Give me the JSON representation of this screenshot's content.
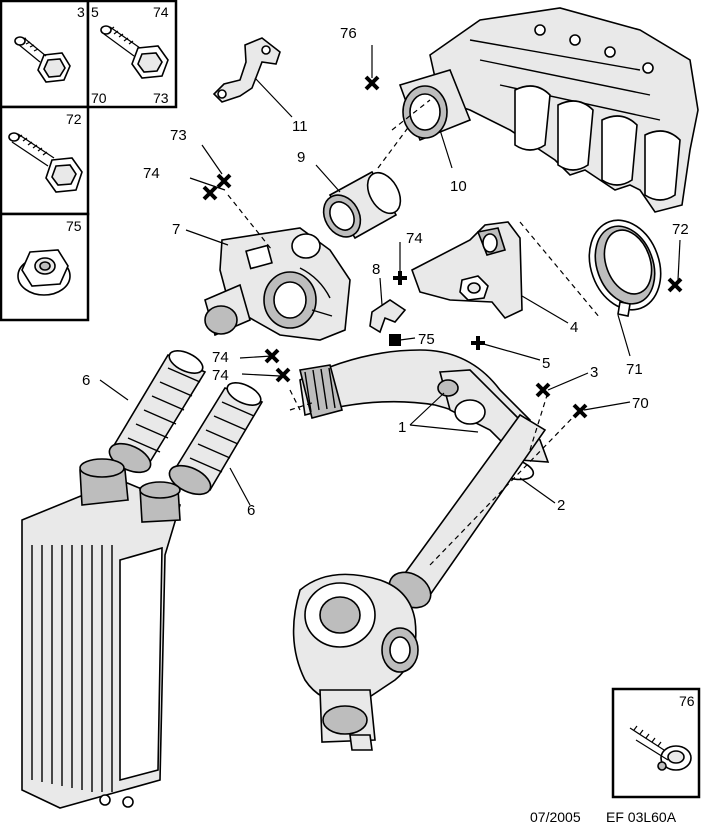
{
  "diagram": {
    "footer_date": "07/2005",
    "footer_ref": "EF 03L60A",
    "legend_boxes": {
      "box_a_tl": "3",
      "box_b_tl": "5",
      "box_b_tr": "74",
      "box_b_bl": "70",
      "box_b_br": "73",
      "box_c_tr": "72",
      "box_d_tr": "75",
      "box_e_tr": "76"
    },
    "callouts": {
      "c1": "1",
      "c2": "2",
      "c3": "3",
      "c4": "4",
      "c5": "5",
      "c6a": "6",
      "c6b": "6",
      "c7": "7",
      "c8": "8",
      "c9": "9",
      "c10": "10",
      "c11": "11",
      "c70": "70",
      "c71": "71",
      "c72": "72",
      "c73": "73",
      "c74a": "74",
      "c74b": "74",
      "c74c": "74",
      "c74d": "74",
      "c75": "75",
      "c76": "76"
    },
    "marker_icons": [
      "cross-marker",
      "plus-marker",
      "square-marker"
    ]
  }
}
